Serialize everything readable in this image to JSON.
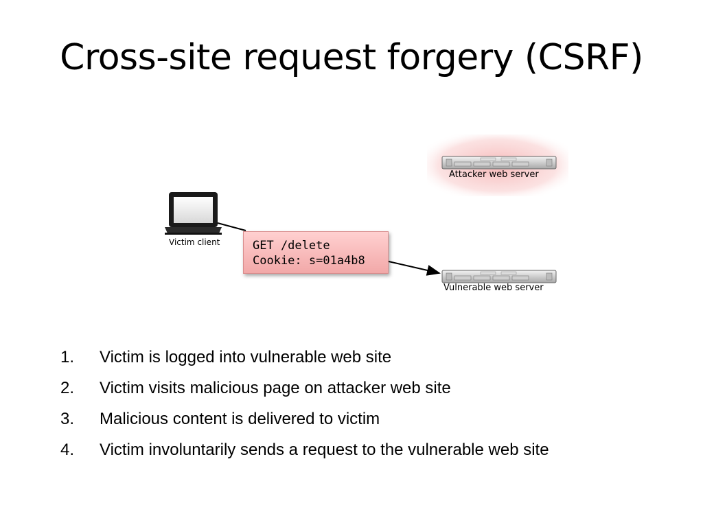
{
  "slide": {
    "title": "Cross-site request forgery (CSRF)"
  },
  "diagram": {
    "victim_label": "Victim client",
    "attacker_label": "Attacker web server",
    "vulnerable_label": "Vulnerable web server",
    "request_line1": "GET /delete",
    "request_line2": "Cookie: s=01a4b8",
    "colors": {
      "callout_fill": "#f2a8a8",
      "attacker_glow": "#f6b3b3"
    },
    "icons": [
      "laptop-icon",
      "server-icon",
      "server-icon"
    ]
  },
  "steps": [
    {
      "num": "1.",
      "text": "Victim is logged into vulnerable web site"
    },
    {
      "num": "2.",
      "text": "Victim visits malicious page on attacker web site"
    },
    {
      "num": "3.",
      "text": "Malicious content is delivered to victim"
    },
    {
      "num": "4.",
      "text": "Victim involuntarily sends a request to the vulnerable web site"
    }
  ]
}
